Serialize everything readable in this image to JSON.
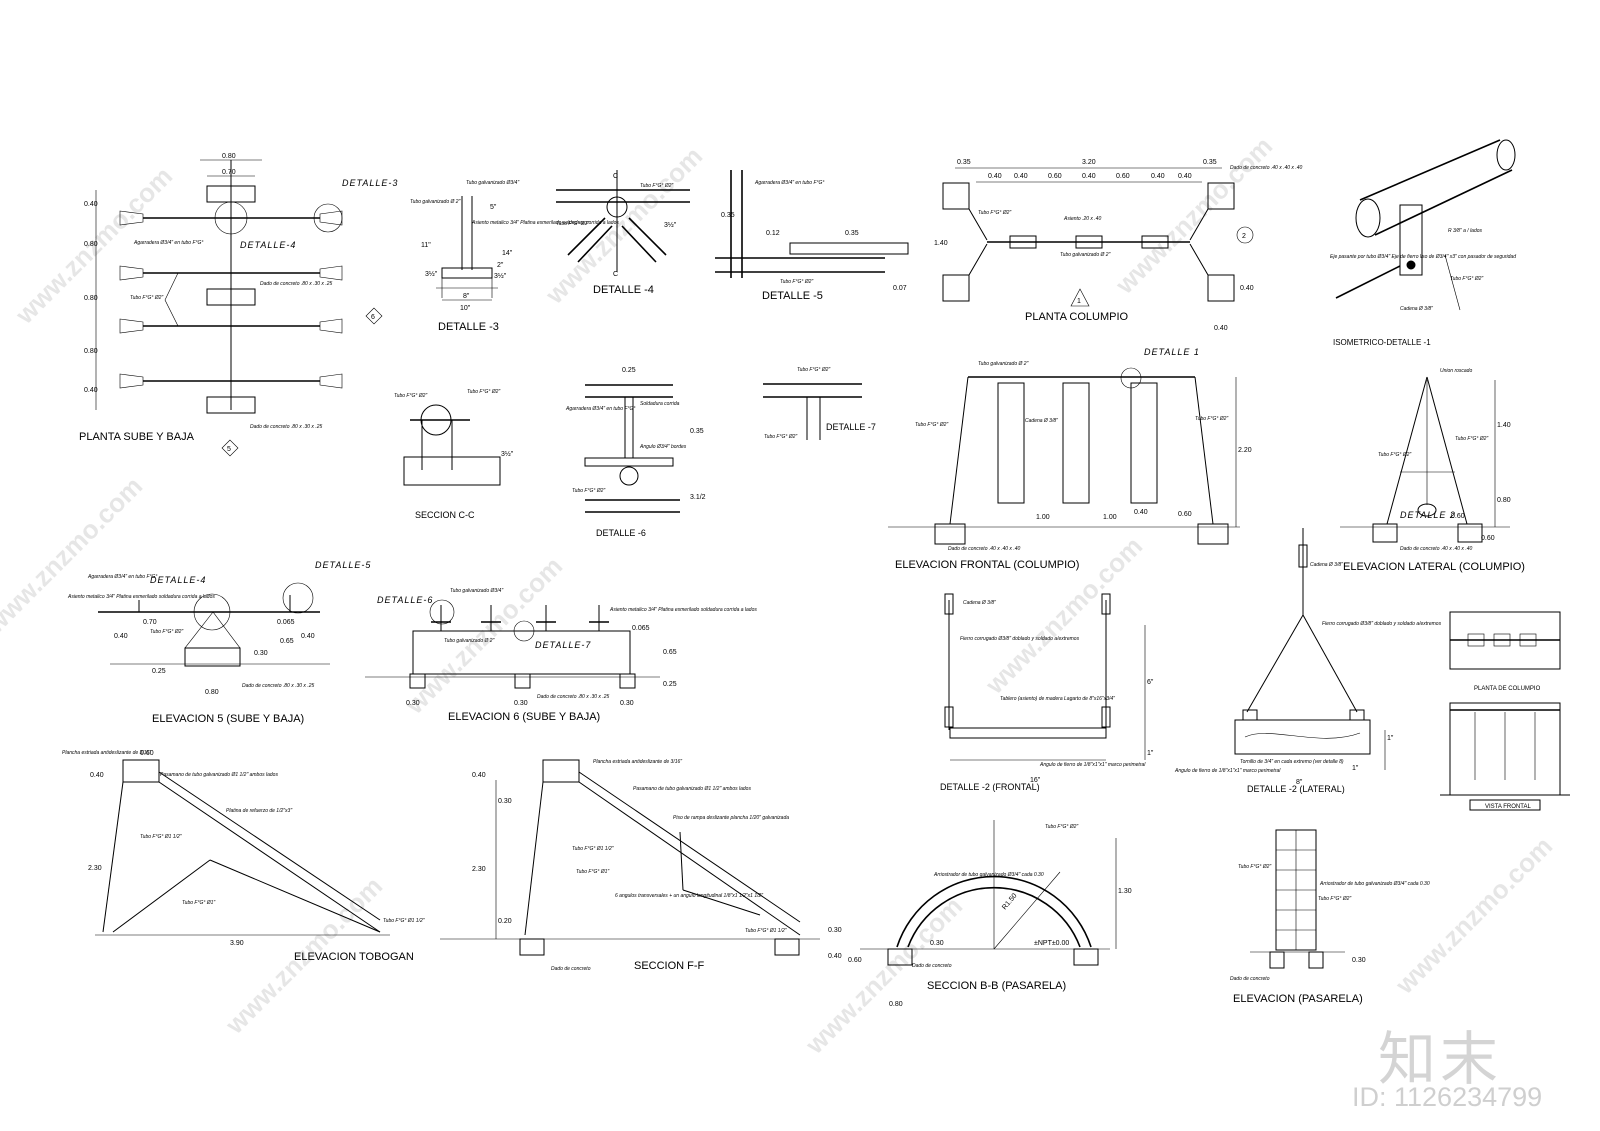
{
  "titles": {
    "planta_sube_baja": "PLANTA SUBE Y BAJA",
    "detalle3": "DETALLE -3",
    "detalle4": "DETALLE -4",
    "detalle5": "DETALLE -5",
    "planta_columpio": "PLANTA COLUMPIO",
    "isometrico": "ISOMETRICO-DETALLE -1",
    "seccion_cc": "SECCION C-C",
    "detalle6": "DETALLE -6",
    "detalle7": "DETALLE -7",
    "elev_frontal": "ELEVACION FRONTAL (COLUMPIO)",
    "elev_lateral": "ELEVACION LATERAL (COLUMPIO)",
    "elev5": "ELEVACION 5 (SUBE Y BAJA)",
    "elev6": "ELEVACION 6 (SUBE Y BAJA)",
    "det2_frontal": "DETALLE -2 (FRONTAL)",
    "det2_lateral": "DETALLE -2 (LATERAL)",
    "elev_tobogan": "ELEVACION TOBOGAN",
    "seccion_ff": "SECCION F-F",
    "seccion_bb": "SECCION B-B (PASARELA)",
    "elev_pasarela": "ELEVACION  (PASARELA)",
    "mini_planta": "PLANTA DE COLUMPIO",
    "mini_vista": "VISTA FRONTAL"
  },
  "callouts": {
    "d3": "DETALLE-3",
    "d4": "DETALLE-4",
    "d4b": "DETALLE-4",
    "d5": "DETALLE-5",
    "d6": "DETALLE-6",
    "d7": "DETALLE-7",
    "d1": "DETALLE 1",
    "d2": "DETALLE 2"
  },
  "markers": {
    "m6": "6",
    "m5": "5",
    "m2": "2",
    "m1": "1"
  },
  "dims": {
    "a080": "0.80",
    "a070": "0.70",
    "a040a": "0.40",
    "a080b": "0.80",
    "a080c": "0.80",
    "a080d": "0.80",
    "a040b": "0.40",
    "c035a": "0.35",
    "c320": "3.20",
    "c035b": "0.35",
    "c040a": "0.40",
    "c040b": "0.40",
    "c060a": "0.60",
    "c040c": "0.40",
    "c060b": "0.60",
    "c040d": "0.40",
    "c040e": "0.40",
    "c140": "1.40",
    "c040f": "0.40",
    "c040g": "0.40",
    "d5_035": "0.35",
    "d5_012": "0.12",
    "d5_035b": "0.35",
    "d5_007": "0.07",
    "d6_025": "0.25",
    "d6_035": "0.35",
    "d6_312": "3.1/2",
    "d3_5": "5\"",
    "d3_11": "11\"",
    "d3_14": "14\"",
    "d3_2": "2\"",
    "d3_35": "3½\"",
    "d3_35b": "3½\"",
    "d3_8": "8\"",
    "d3_10": "10\"",
    "d4_312": "3½\"",
    "scc_312": "3½\"",
    "ef_220": "2.20",
    "ef_100a": "1.00",
    "ef_100b": "1.00",
    "ef_040": "0.40",
    "ef_060": "0.60",
    "el_140": "1.40",
    "el_080": "0.80",
    "el_060": "0.60",
    "el_060b": "0.60",
    "e5_040": "0.40",
    "e5_070": "0.70",
    "e5_065": "0.65",
    "e5_040b": "0.40",
    "e5_030": "0.30",
    "e5_025": "0.25",
    "e5_080": "0.80",
    "e5_065b": "0.065",
    "e6_065": "0.065",
    "e6_065b": "0.65",
    "e6_025": "0.25",
    "e6_030a": "0.30",
    "e6_030b": "0.30",
    "e6_030c": "0.30",
    "df_6": "6\"",
    "df_1": "1\"",
    "df_16": "16\"",
    "dl_1": "1\"",
    "dl_1b": "1\"",
    "dl_8": "8\"",
    "et_060": "0.60",
    "et_040": "0.40",
    "et_230": "2.30",
    "et_390": "3.90",
    "ff_040": "0.40",
    "ff_230": "2.30",
    "ff_030": "0.30",
    "ff_030b": "0.30",
    "ff_040b": "0.40",
    "ff_020": "0.20",
    "bb_130": "1.30",
    "bb_r150": "R1.50",
    "bb_030": "0.30",
    "bb_060": "0.60",
    "bb_080": "0.80",
    "bb_npt": "±NPT±0.00",
    "ep_030": "0.30"
  },
  "notes": {
    "agarradera": "Agarradera Ø3/4\" en tubo F°G°",
    "tubo_fg_o2": "Tubo F°G° Ø2\"",
    "dado_concreto": "Dado de concreto",
    "dado_80": "Dado de concreto .80 x .30 x .25",
    "dado_40": "Dado de concreto .40 x .40 x .40",
    "tubo_galv_34": "Tubo galvanizado Ø3/4\"",
    "tubo_galv_2": "Tubo galvanizado Ø 2\"",
    "asiento_metalico": "Asiento metalico 3/4\" Platina esmerilado soldadura corrida a lados",
    "asiento_20": "Asiento .20 x .40",
    "cadena": "Cadena Ø 3/8\"",
    "fierro_corrugado": "Fierro corrugado Ø3/8\" doblado y soldado a/extremos",
    "tablero": "Tablero (asiento) de madera Lagarto de 8\"x16\"x3/4\"",
    "angulo": "Angulo de fierro de 1/8\"x1\"x1\" marco perimetral",
    "tornillo": "Tornillo de 3/4\" en cada extremo (ver detalle 8)",
    "plancha": "Plancha estriada antideslizante de 3/16\"",
    "pasamano": "Pasamano de tubo galvanizado Ø1 1/2\" ambos lados",
    "platina": "Platina de refuerzo de 1/2\"x3\"",
    "tubo_fg_112": "Tubo F°G° Ø1 1/2\"",
    "tubo_fg_1": "Tubo F°G° Ø1\"",
    "piso_rampa": "Piso de rampa deslizante plancha 1/20\" galvanizada",
    "angulos": "6 angulos transversales + un angulo longitudinal 1/8\"x1 1/2\"x1 1/2\"",
    "arriostre": "Arriostrador de tubo galvanizado Ø3/4\" cada 0.30",
    "union": "Union roscado",
    "eje": "Eje pasante por tubo Ø3/4\" Eje de fierro liso de Ø3/4\" x3\" con pasador de seguridad",
    "soldadura": "Soldadura corrida",
    "fe38": "R 3/8\" a / lados",
    "ang": "Angulo Ø3/4\" bordes"
  },
  "watermark": {
    "text": "www.znzmo.com",
    "logo": "知末",
    "id": "ID: 1126234799"
  },
  "colors": {
    "line": "#000000",
    "background": "#ffffff",
    "watermark": "#d6d6d6"
  }
}
